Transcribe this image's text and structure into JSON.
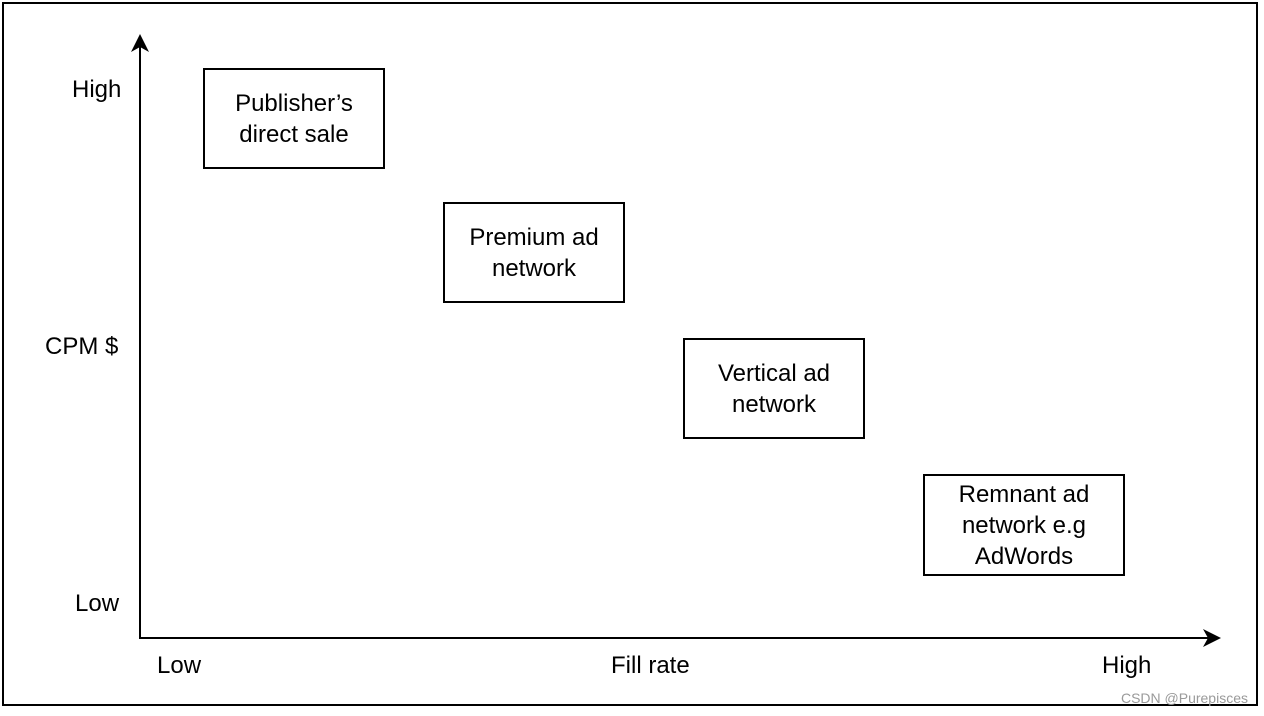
{
  "axes": {
    "y": {
      "high_label": "High",
      "title": "CPM $",
      "low_label": "Low"
    },
    "x": {
      "low_label": "Low",
      "title": "Fill rate",
      "high_label": "High"
    }
  },
  "boxes": [
    {
      "label": "Publisher’s\ndirect sale"
    },
    {
      "label": "Premium ad\nnetwork"
    },
    {
      "label": "Vertical ad\nnetwork"
    },
    {
      "label": "Remnant ad\nnetwork e.g\nAdWords"
    }
  ],
  "watermark": "CSDN @Purepisces"
}
